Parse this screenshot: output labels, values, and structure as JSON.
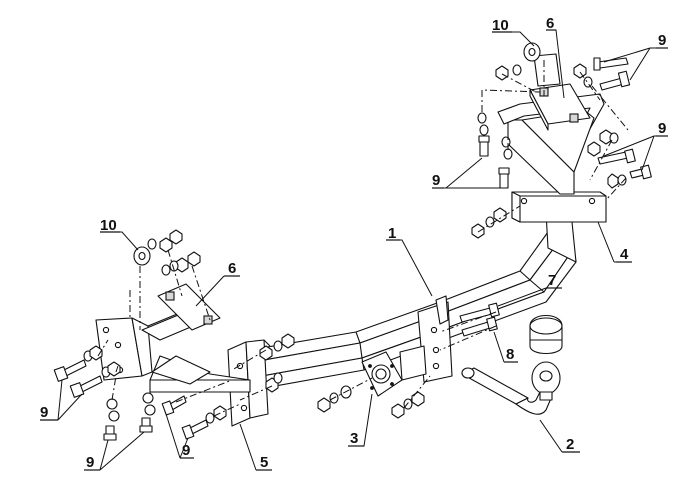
{
  "diagram": {
    "callouts": {
      "c1": "1",
      "c2": "2",
      "c3": "3",
      "c4": "4",
      "c5": "5",
      "c6_top": "6",
      "c6_left": "6",
      "c7": "7",
      "c8": "8",
      "c9_top_right_a": "9",
      "c9_top_right_b": "9",
      "c9_center": "9",
      "c9_left_upper": "9",
      "c9_left_lower": "9",
      "c9_bottom": "9",
      "c10_top": "10",
      "c10_left": "10"
    }
  }
}
